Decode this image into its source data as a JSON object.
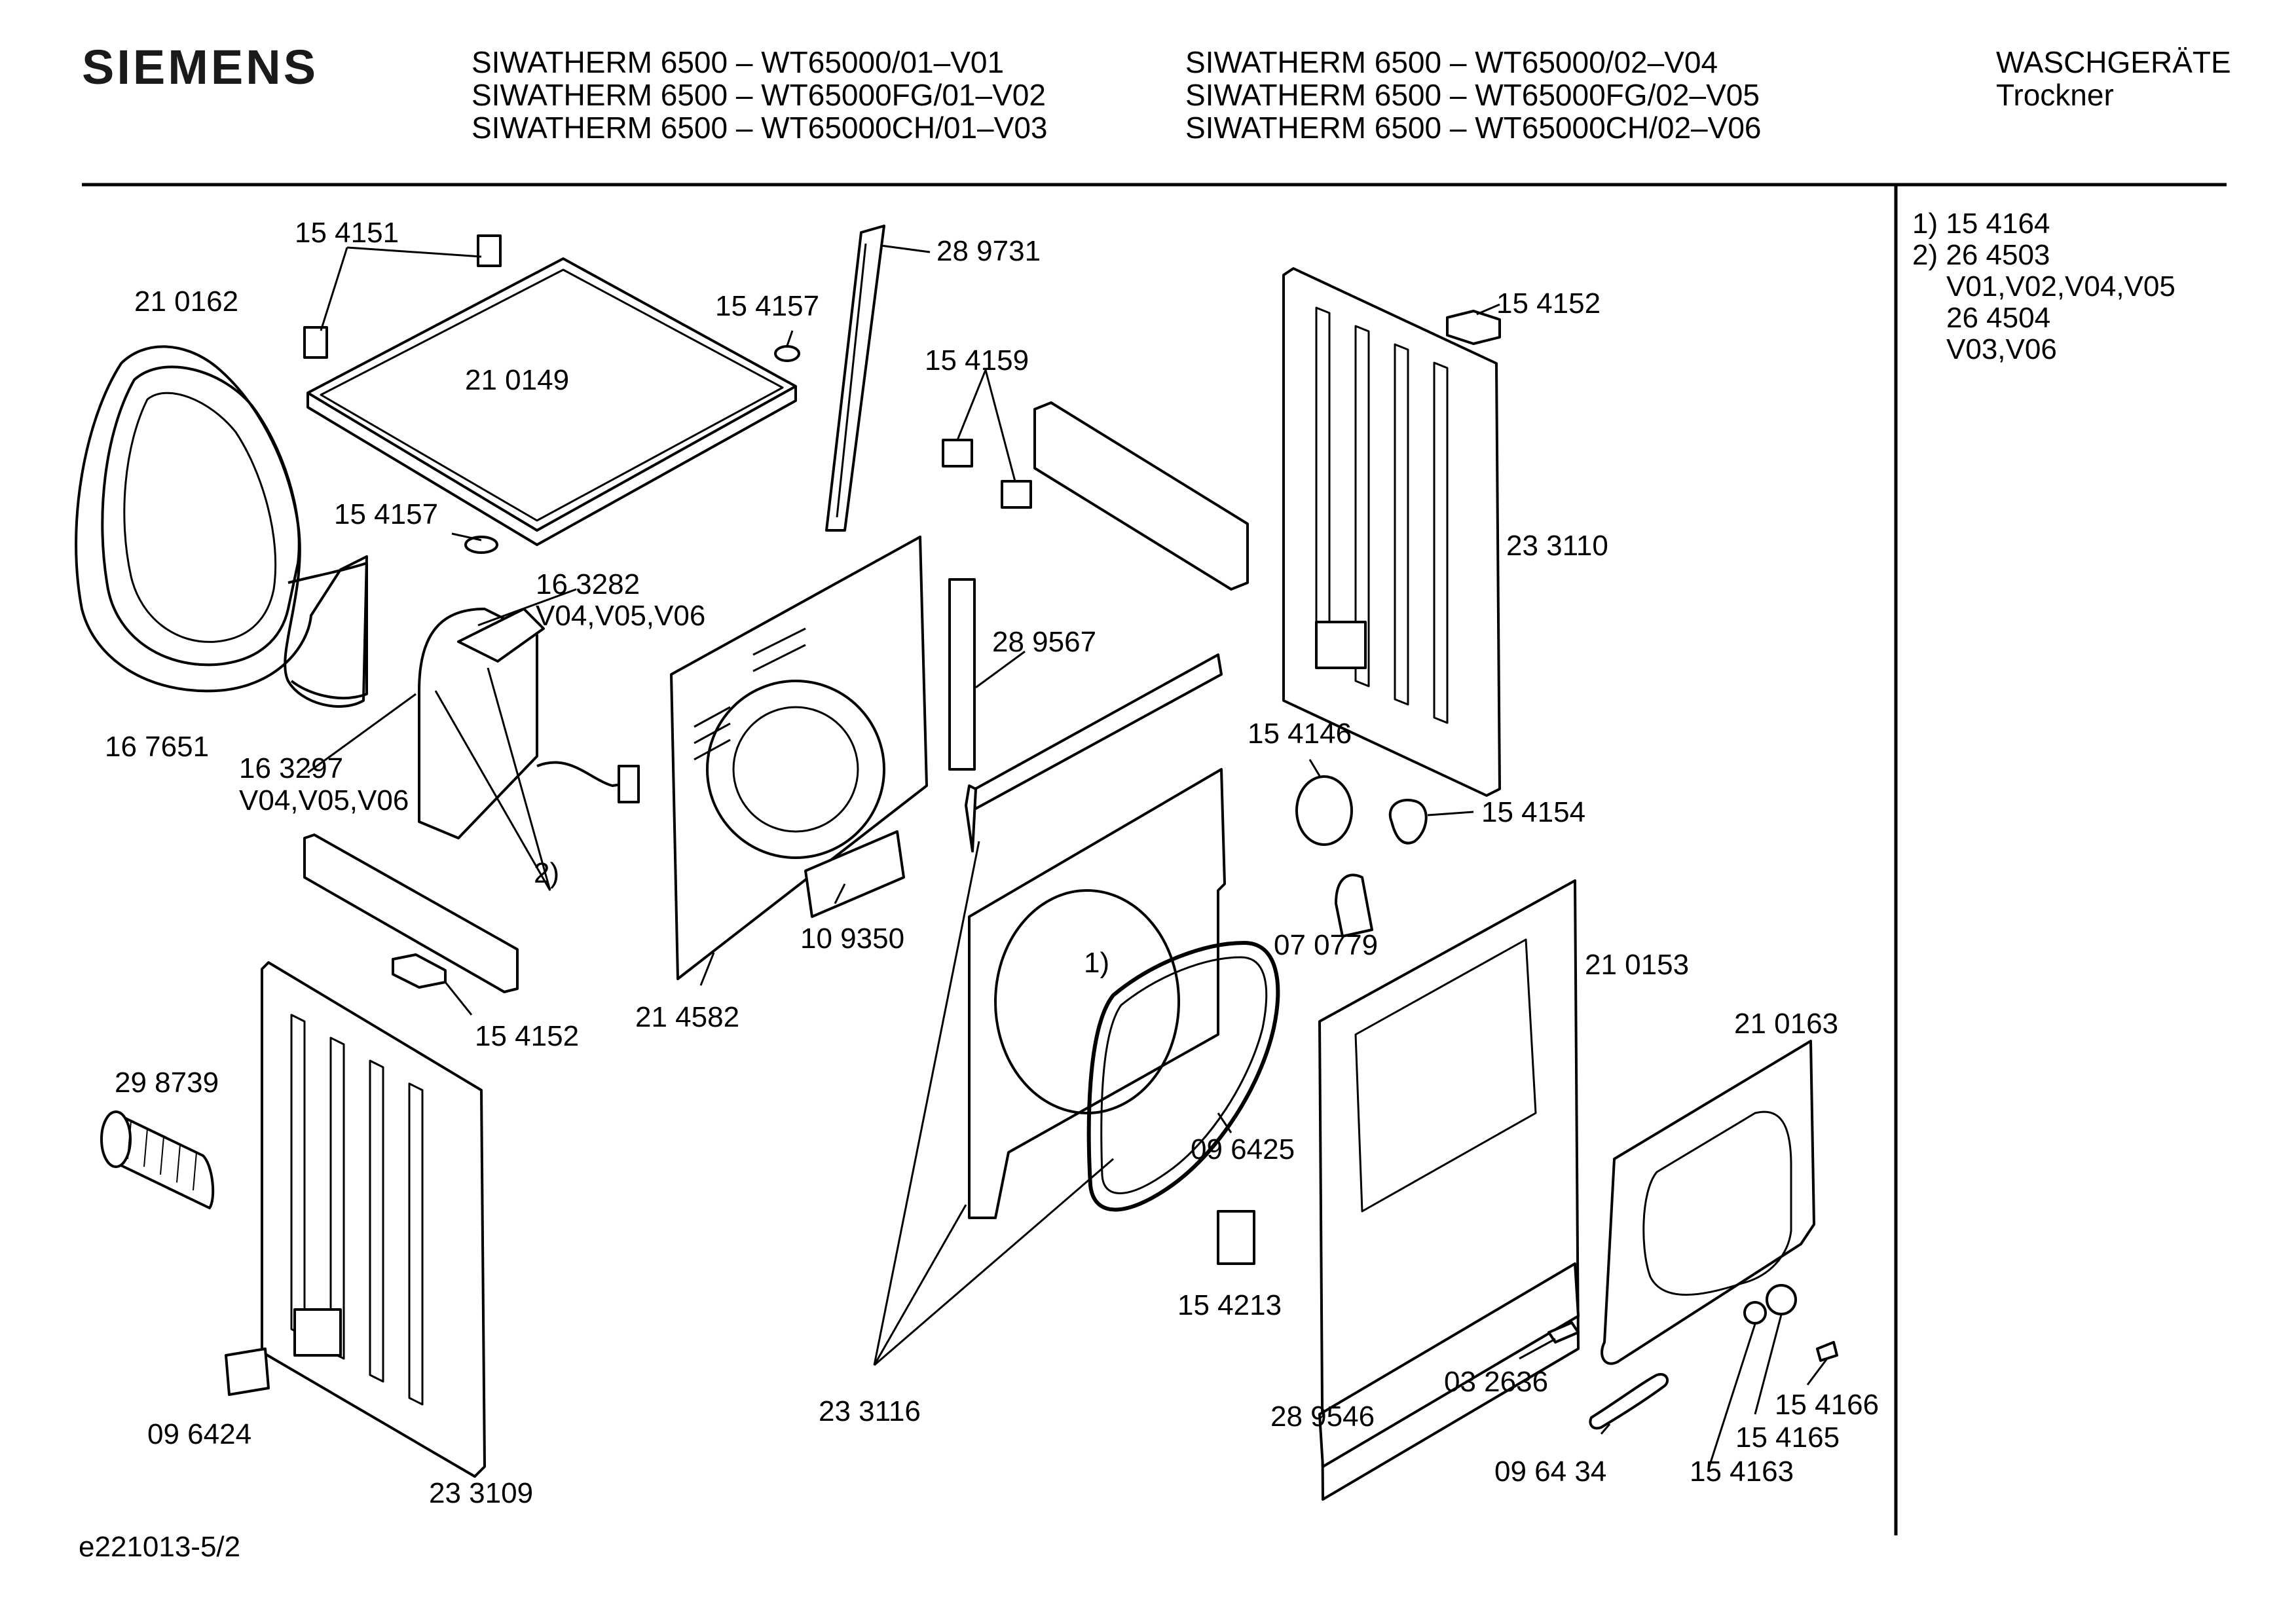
{
  "header": {
    "brand": "SIEMENS",
    "models_left": [
      "SIWATHERM 6500 – WT65000/01–V01",
      "SIWATHERM 6500 – WT65000FG/01–V02",
      "SIWATHERM 6500 – WT65000CH/01–V03"
    ],
    "models_right": [
      "SIWATHERM 6500 – WT65000/02–V04",
      "SIWATHERM 6500 – WT65000FG/02–V05",
      "SIWATHERM 6500 – WT65000CH/02–V06"
    ],
    "category": "WASCHGERÄTE",
    "subcategory": "Trockner"
  },
  "notes": [
    "1)  15 4164",
    "2)  26 4503",
    "V01,V02,V04,V05",
    "26 4504",
    "V03,V06"
  ],
  "parts": [
    "15 4151",
    "21 0162",
    "21 0149",
    "15 4157",
    "15 4157",
    "28 9731",
    "15 4159",
    "15 4152",
    "23 3110",
    "16 3282",
    "V04,V05,V06",
    "16 7651",
    "16 3297",
    "V04,V05,V06",
    "2)",
    "28 9567",
    "10 9350",
    "21 4582",
    "15 4152",
    "15 4146",
    "15 4154",
    "07 0779",
    "21 0153",
    "1)",
    "09 6425",
    "29 8739",
    "21 0163",
    "15 4213",
    "23 3116",
    "28 9546",
    "03 2636",
    "15 4166",
    "15 4165",
    "15 4163",
    "09 64 34",
    "09 6424",
    "23 3109"
  ],
  "footer": {
    "code": "e221013-5/2"
  }
}
